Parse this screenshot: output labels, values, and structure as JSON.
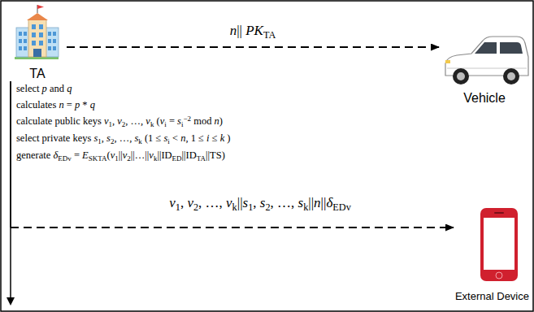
{
  "diagram": {
    "nodes": [
      {
        "text": [
          "TA"
        ]
      },
      {
        "text": [
          "Vehicle"
        ]
      },
      {
        "text": [
          "External Device"
        ]
      }
    ],
    "edges": [
      {
        "from": 0,
        "to": 1,
        "arrow": "to",
        "label": "n|| PKTA"
      },
      {
        "from": 0,
        "to": 2,
        "arrow": "to",
        "label": "v1, v2, …, vk||s1, s2, …, sk||n||δEDv"
      }
    ],
    "labels": [
      "select p and q",
      "calculates n = p * q",
      "calculate public keys v1, v2, …, vk (vi = si−2 mod n)",
      "select private keys s1, s2, …, sk (1 ≤ si < n, 1 ≤ i ≤ k )",
      "generate δEDv = ESKTA(v1||v2||…||vk||IDED||IDTA||TS)"
    ]
  }
}
